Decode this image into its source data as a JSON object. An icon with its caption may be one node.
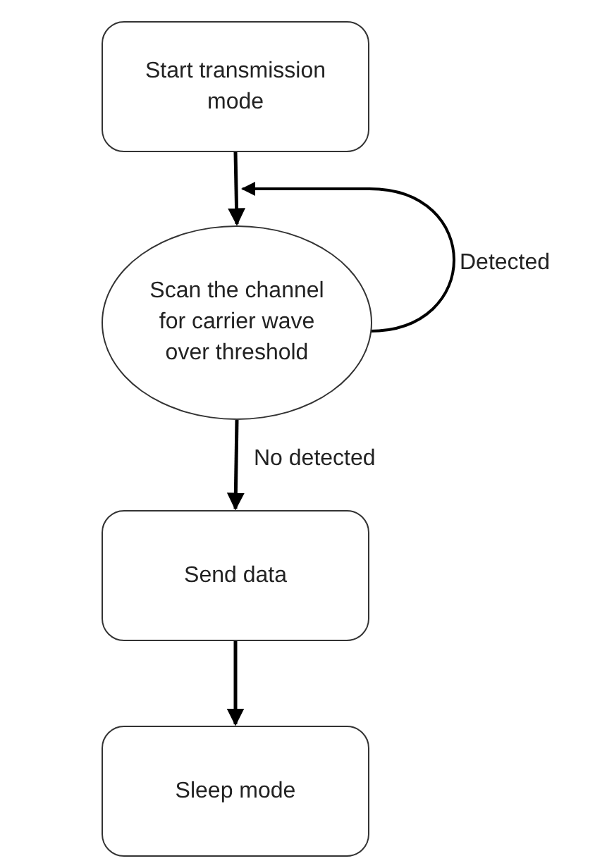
{
  "diagram": {
    "nodes": [
      {
        "text": [
          "Start transmission mode"
        ]
      },
      {
        "text": [
          "Scan the channel for carrier wave over threshold"
        ]
      },
      {
        "text": [
          "Send data"
        ]
      },
      {
        "text": [
          "Sleep mode"
        ]
      }
    ],
    "edges": [
      {
        "from": 0,
        "to": 1,
        "arrow": "to"
      },
      {
        "from": 1,
        "to": 1,
        "arrow": "to",
        "label": "Detected"
      },
      {
        "from": 1,
        "to": 2,
        "arrow": "to",
        "label": "No detected"
      },
      {
        "from": 2,
        "to": 3,
        "arrow": "to"
      }
    ]
  }
}
